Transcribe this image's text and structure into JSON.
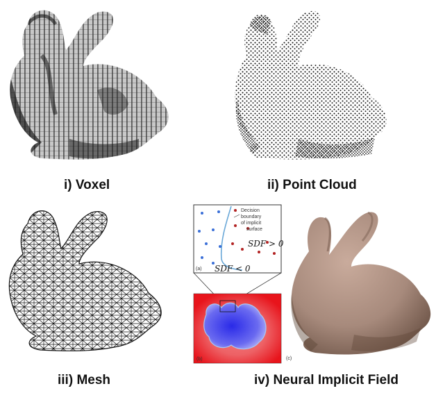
{
  "captions": {
    "voxel": "i) Voxel",
    "point_cloud": "ii) Point Cloud",
    "mesh": "iii) Mesh",
    "neural": "iv) Neural Implicit Field"
  },
  "sdf_inset": {
    "annotation": [
      "Decision",
      "boundary",
      "of implicit",
      "surface"
    ],
    "sdf_pos": "SDF > 0",
    "sdf_neg": "SDF < 0",
    "label_a": "(a)",
    "label_b": "(b)",
    "label_c": "(c)"
  },
  "colors": {
    "voxel_face": "#c9c9c9",
    "voxel_dark": "#2a2a2a",
    "point": "#111111",
    "mesh_line": "#111111",
    "neural_surface": "#a78a7c",
    "sdf_blue_dot": "#3a6fd8",
    "sdf_red_dot": "#b22222",
    "field_red": "#e8141c",
    "field_blue": "#2a2ae8"
  }
}
